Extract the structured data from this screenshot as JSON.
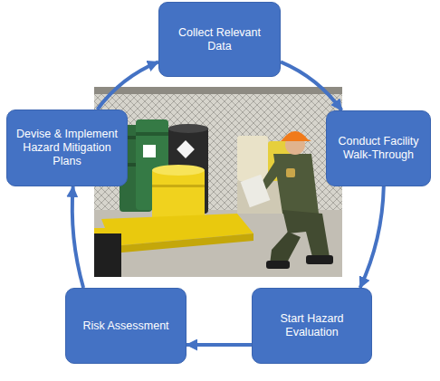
{
  "diagram": {
    "nodes": [
      {
        "text": [
          "Collect Relevant Data"
        ]
      },
      {
        "text": [
          "Conduct Facility Walk-Through"
        ]
      },
      {
        "text": [
          "Start Hazard Evaluation"
        ]
      },
      {
        "text": [
          "Risk Assessment"
        ]
      },
      {
        "text": [
          "Devise & Implement Hazard Mitigation Plans"
        ]
      }
    ],
    "edges": [
      {
        "from": 0,
        "to": 1,
        "arrow": "to"
      },
      {
        "from": 1,
        "to": 2,
        "arrow": "to"
      },
      {
        "from": 2,
        "to": 3,
        "arrow": "to"
      },
      {
        "from": 3,
        "to": 4,
        "arrow": "to"
      },
      {
        "from": 4,
        "to": 0,
        "arrow": "to"
      }
    ]
  }
}
